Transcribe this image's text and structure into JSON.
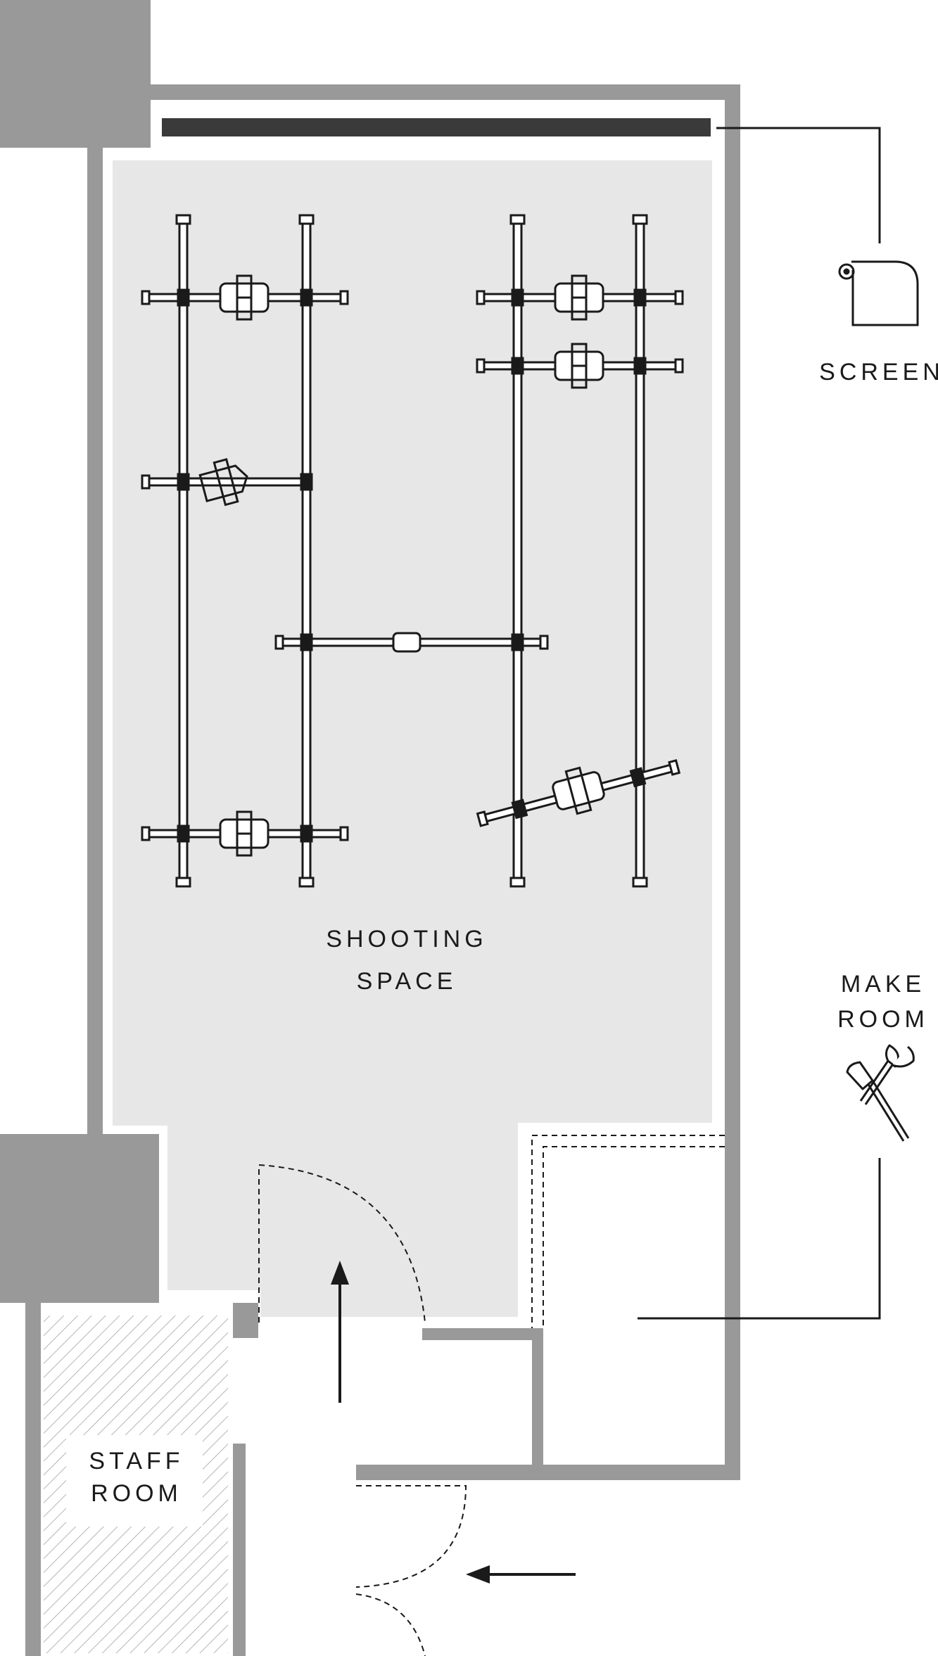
{
  "diagram": {
    "type": "floor-plan",
    "colors": {
      "wall": "#999999",
      "floor": "#e7e7e7",
      "line": "#1a1a1a",
      "screen_bar": "#3a3a3a",
      "background": "#ffffff"
    },
    "labels": {
      "screen": "SCREEN",
      "shooting_line1": "SHOOTING",
      "shooting_line2": "SPACE",
      "make_line1": "MAKE",
      "make_line2": "ROOM",
      "staff_line1": "STAFF",
      "staff_line2": "ROOM"
    },
    "icons": {
      "screen": "paper-backdrop-roll-icon",
      "make_room": "crossed-makeup-brushes-icon",
      "arrows": "arrow-icon",
      "light_stands": "light-stand-rig-icon"
    }
  }
}
